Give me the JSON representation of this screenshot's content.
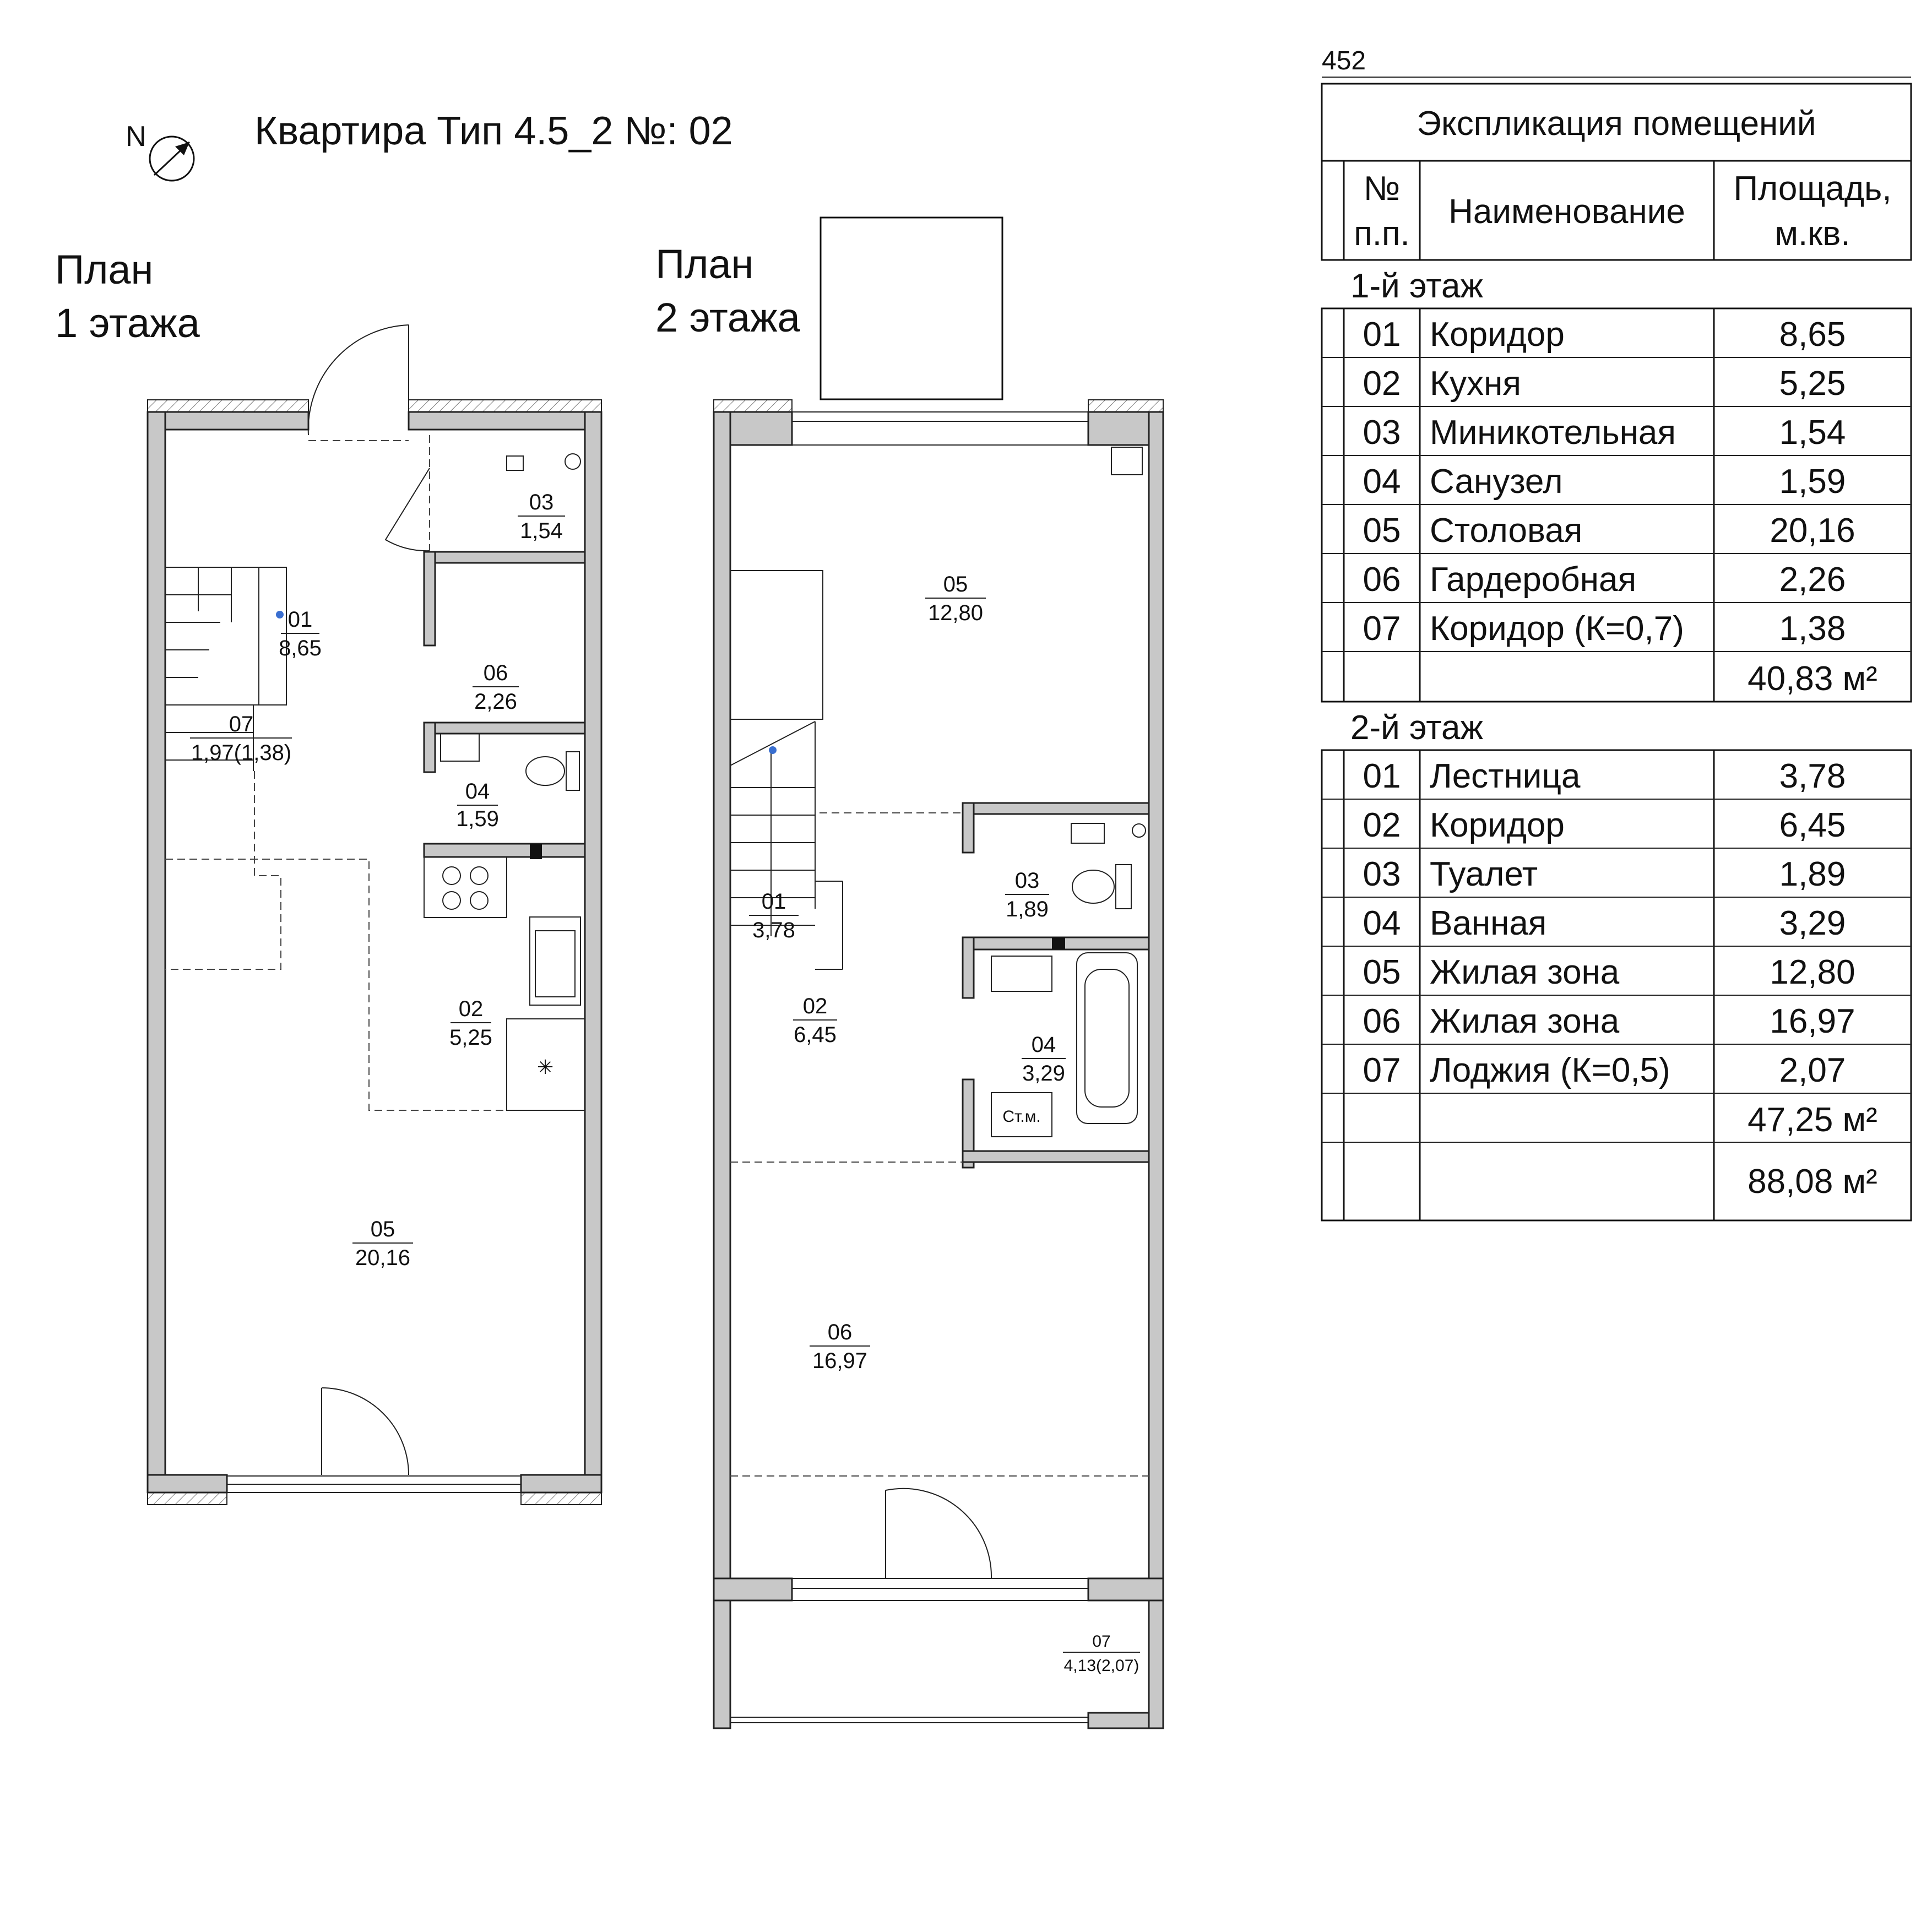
{
  "page_number": "452",
  "apartment_title": "Квартира Тип 4.5_2 №: 02",
  "compass": {
    "label": "N",
    "icon": "north-arrow-icon"
  },
  "floor1": {
    "title_line1": "План",
    "title_line2": "1 этажа",
    "rooms": [
      {
        "num": "01",
        "area": "8,65"
      },
      {
        "num": "02",
        "area": "5,25"
      },
      {
        "num": "03",
        "area": "1,54"
      },
      {
        "num": "04",
        "area": "1,59"
      },
      {
        "num": "05",
        "area": "20,16"
      },
      {
        "num": "06",
        "area": "2,26"
      },
      {
        "num": "07",
        "area": "1,97(1,38)"
      }
    ]
  },
  "floor2": {
    "title_line1": "План",
    "title_line2": "2 этажа",
    "washer_label": "Ст.м.",
    "rooms": [
      {
        "num": "01",
        "area": "3,78"
      },
      {
        "num": "02",
        "area": "6,45"
      },
      {
        "num": "03",
        "area": "1,89"
      },
      {
        "num": "04",
        "area": "3,29"
      },
      {
        "num": "05",
        "area": "12,80"
      },
      {
        "num": "06",
        "area": "16,97"
      },
      {
        "num": "07",
        "area": "4,13(2,07)"
      }
    ]
  },
  "explication": {
    "title": "Экспликация помещений",
    "header": {
      "num_line1": "№",
      "num_line2": "п.п.",
      "name": "Наименование",
      "area_line1": "Площадь,",
      "area_line2": "м.кв."
    },
    "floor1": {
      "label": "1-й этаж",
      "rows": [
        {
          "num": "01",
          "name": "Коридор",
          "area": "8,65"
        },
        {
          "num": "02",
          "name": "Кухня",
          "area": "5,25"
        },
        {
          "num": "03",
          "name": "Миникотельная",
          "area": "1,54"
        },
        {
          "num": "04",
          "name": "Санузел",
          "area": "1,59"
        },
        {
          "num": "05",
          "name": "Столовая",
          "area": "20,16"
        },
        {
          "num": "06",
          "name": "Гардеробная",
          "area": "2,26"
        },
        {
          "num": "07",
          "name": "Коридор (К=0,7)",
          "area": "1,38"
        }
      ],
      "total": "40,83 м²"
    },
    "floor2": {
      "label": "2-й этаж",
      "rows": [
        {
          "num": "01",
          "name": "Лестница",
          "area": "3,78"
        },
        {
          "num": "02",
          "name": "Коридор",
          "area": "6,45"
        },
        {
          "num": "03",
          "name": "Туалет",
          "area": "1,89"
        },
        {
          "num": "04",
          "name": "Ванная",
          "area": "3,29"
        },
        {
          "num": "05",
          "name": "Жилая зона",
          "area": "12,80"
        },
        {
          "num": "06",
          "name": "Жилая зона",
          "area": "16,97"
        },
        {
          "num": "07",
          "name": "Лоджия (К=0,5)",
          "area": "2,07"
        }
      ],
      "total": "47,25 м²"
    },
    "grand_total": "88,08 м²"
  }
}
